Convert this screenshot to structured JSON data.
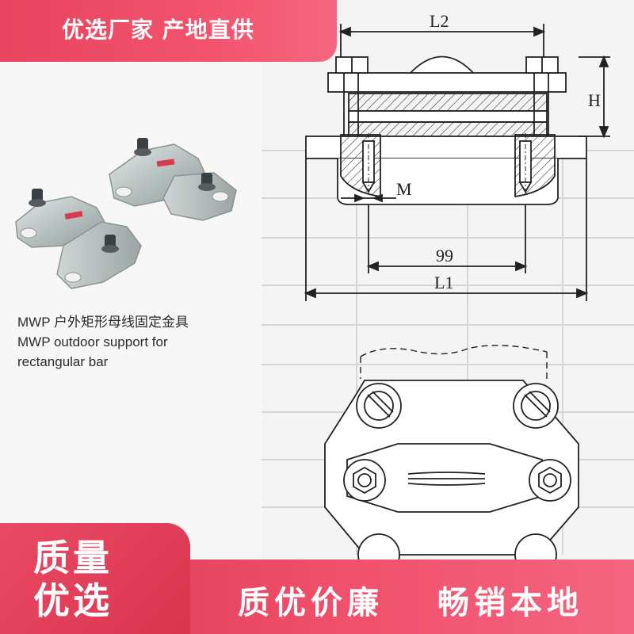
{
  "banner": {
    "text": "优选厂家 产地直供",
    "color": "#ef4e69"
  },
  "product": {
    "caption_cn": "MWP 户外矩形母线固定金具",
    "caption_en_1": "MWP outdoor support for",
    "caption_en_2": "rectangular bar",
    "metal_color": "#b9c3c2",
    "bolt_color": "#3a3f44"
  },
  "drawing": {
    "label_l2": "L2",
    "label_h": "H",
    "label_m": "M",
    "label_99": "99",
    "label_l1": "L1",
    "line_color": "#222222"
  },
  "badge": {
    "line1": "质量",
    "line2": "优选"
  },
  "slogan": {
    "part1": "质优价廉",
    "part2": "畅销本地"
  }
}
